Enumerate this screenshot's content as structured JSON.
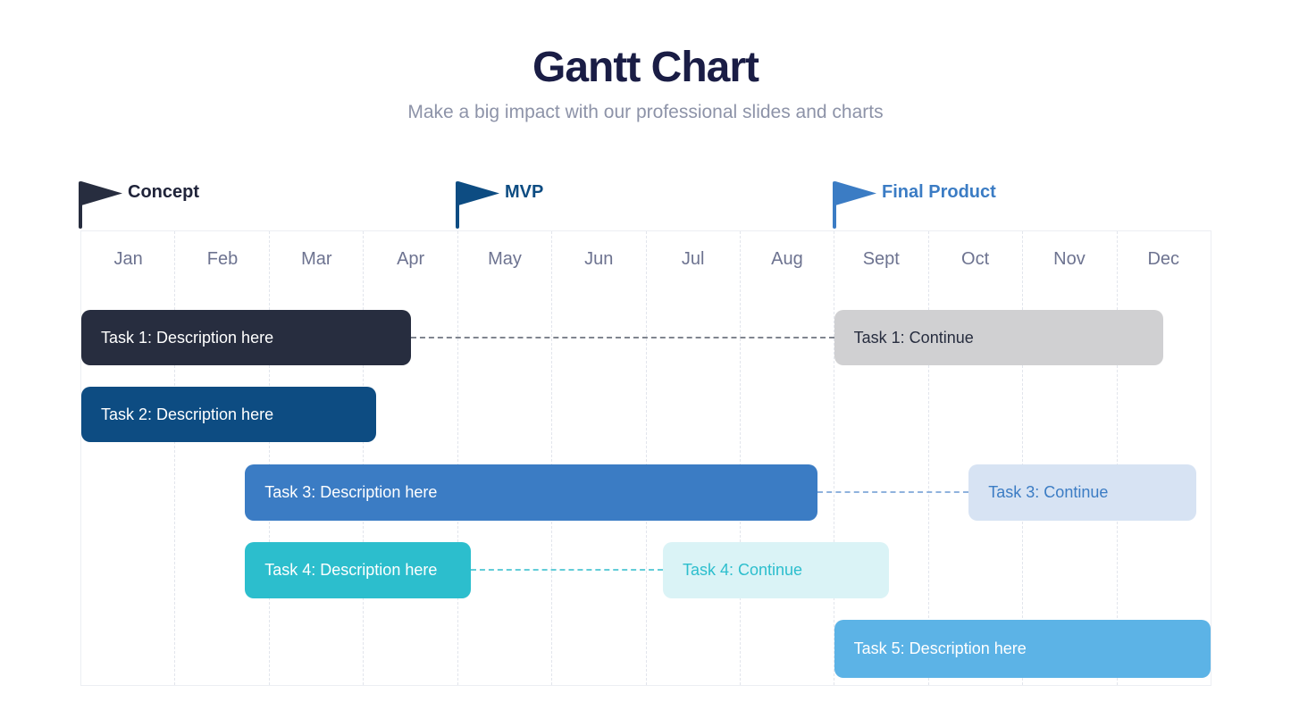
{
  "header": {
    "title": "Gantt Chart",
    "subtitle": "Make a big impact with our professional slides and charts"
  },
  "milestones": [
    {
      "label": "Concept",
      "flag_color": "#272d3f",
      "label_color": "#20243a"
    },
    {
      "label": "MVP",
      "flag_color": "#0d4c82",
      "label_color": "#0d4c82"
    },
    {
      "label": "Final Product",
      "flag_color": "#3b7cc4",
      "label_color": "#3b7cc4"
    }
  ],
  "months": [
    "Jan",
    "Feb",
    "Mar",
    "Apr",
    "May",
    "Jun",
    "Jul",
    "Aug",
    "Sept",
    "Oct",
    "Nov",
    "Dec"
  ],
  "tasks": [
    {
      "label": "Task 1: Description here",
      "color": "#272d3f",
      "text_color": "#ffffff",
      "span": {
        "start": 0,
        "end": 3.5
      },
      "connector": {
        "start": 3.5,
        "end": 8,
        "color": "#80858f"
      },
      "cont": {
        "label": "Task 1: Continue",
        "color": "#d0d0d2",
        "text_color": "#272d3f",
        "span": {
          "start": 8,
          "end": 11.5
        }
      }
    },
    {
      "label": "Task 2: Description here",
      "color": "#0d4c82",
      "text_color": "#ffffff",
      "span": {
        "start": 0,
        "end": 3.13
      }
    },
    {
      "label": "Task 3: Description here",
      "color": "#3b7cc4",
      "text_color": "#ffffff",
      "span": {
        "start": 1.74,
        "end": 7.82
      },
      "connector": {
        "start": 7.82,
        "end": 9.43,
        "color": "#8fb2dd"
      },
      "cont": {
        "label": "Task 3: Continue",
        "color": "#d7e3f3",
        "text_color": "#3b7cc4",
        "span": {
          "start": 9.43,
          "end": 11.85
        }
      }
    },
    {
      "label": "Task 4: Description here",
      "color": "#2cbecd",
      "text_color": "#ffffff",
      "span": {
        "start": 1.74,
        "end": 4.14
      },
      "connector": {
        "start": 4.14,
        "end": 6.18,
        "color": "#63cdd8"
      },
      "cont": {
        "label": "Task 4: Continue",
        "color": "#daf3f6",
        "text_color": "#2cbecd",
        "span": {
          "start": 6.18,
          "end": 8.58
        }
      }
    },
    {
      "label": "Task 5: Description here",
      "color": "#5cb3e6",
      "text_color": "#ffffff",
      "span": {
        "start": 8,
        "end": 12
      }
    }
  ],
  "chart_data": {
    "type": "bar",
    "subtype": "gantt",
    "title": "Gantt Chart",
    "subtitle": "Make a big impact with our professional slides and charts",
    "x_categories": [
      "Jan",
      "Feb",
      "Mar",
      "Apr",
      "May",
      "Jun",
      "Jul",
      "Aug",
      "Sept",
      "Oct",
      "Nov",
      "Dec"
    ],
    "x_axis_unit": "month",
    "x_range": [
      0,
      12
    ],
    "grid": "dashed-vertical-month-separators",
    "legend": "none",
    "milestones": [
      {
        "label": "Concept",
        "at_month": "Jan",
        "position_month": 0
      },
      {
        "label": "MVP",
        "at_month": "May",
        "position_month": 4
      },
      {
        "label": "Final Product",
        "at_month": "Sept",
        "position_month": 8
      }
    ],
    "bars": [
      {
        "row": 1,
        "label": "Task 1: Description here",
        "start_month": 0,
        "end_month": 3.5,
        "color": "#272d3f"
      },
      {
        "row": 1,
        "label": "Task 1: Continue",
        "start_month": 8,
        "end_month": 11.5,
        "color": "#d0d0d2"
      },
      {
        "row": 2,
        "label": "Task 2: Description here",
        "start_month": 0,
        "end_month": 3.13,
        "color": "#0d4c82"
      },
      {
        "row": 3,
        "label": "Task 3: Description here",
        "start_month": 1.74,
        "end_month": 7.82,
        "color": "#3b7cc4"
      },
      {
        "row": 3,
        "label": "Task 3: Continue",
        "start_month": 9.43,
        "end_month": 11.85,
        "color": "#d7e3f3"
      },
      {
        "row": 4,
        "label": "Task 4: Description here",
        "start_month": 1.74,
        "end_month": 4.14,
        "color": "#2cbecd"
      },
      {
        "row": 4,
        "label": "Task 4: Continue",
        "start_month": 6.18,
        "end_month": 8.58,
        "color": "#daf3f6"
      },
      {
        "row": 5,
        "label": "Task 5: Description here",
        "start_month": 8,
        "end_month": 12,
        "color": "#5cb3e6"
      }
    ],
    "connectors": [
      {
        "from": "Task 1: Description here",
        "to": "Task 1: Continue",
        "style": "dashed"
      },
      {
        "from": "Task 3: Description here",
        "to": "Task 3: Continue",
        "style": "dashed"
      },
      {
        "from": "Task 4: Description here",
        "to": "Task 4: Continue",
        "style": "dashed"
      }
    ]
  }
}
